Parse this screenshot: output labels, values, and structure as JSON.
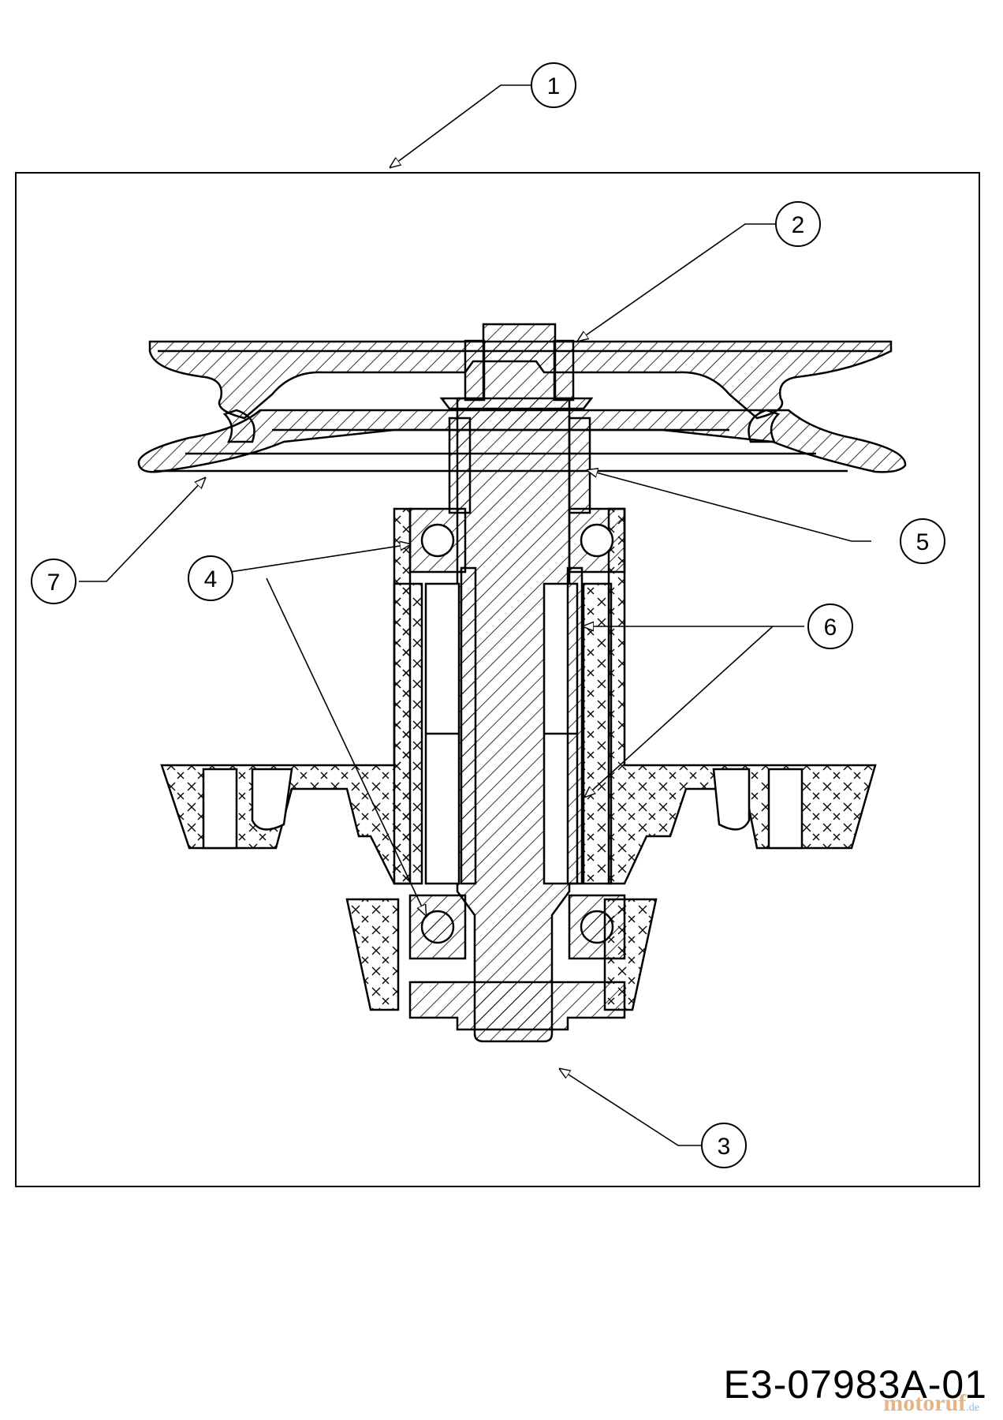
{
  "callouts": [
    {
      "id": "1",
      "label": "1"
    },
    {
      "id": "2",
      "label": "2"
    },
    {
      "id": "3",
      "label": "3"
    },
    {
      "id": "4",
      "label": "4"
    },
    {
      "id": "5",
      "label": "5"
    },
    {
      "id": "6",
      "label": "6"
    },
    {
      "id": "7",
      "label": "7"
    }
  ],
  "drawing_code": "E3-07983A-01",
  "watermark": {
    "brand": "motoruf",
    "domain": ".de"
  },
  "colors": {
    "line": "#000000",
    "background": "#ffffff"
  }
}
